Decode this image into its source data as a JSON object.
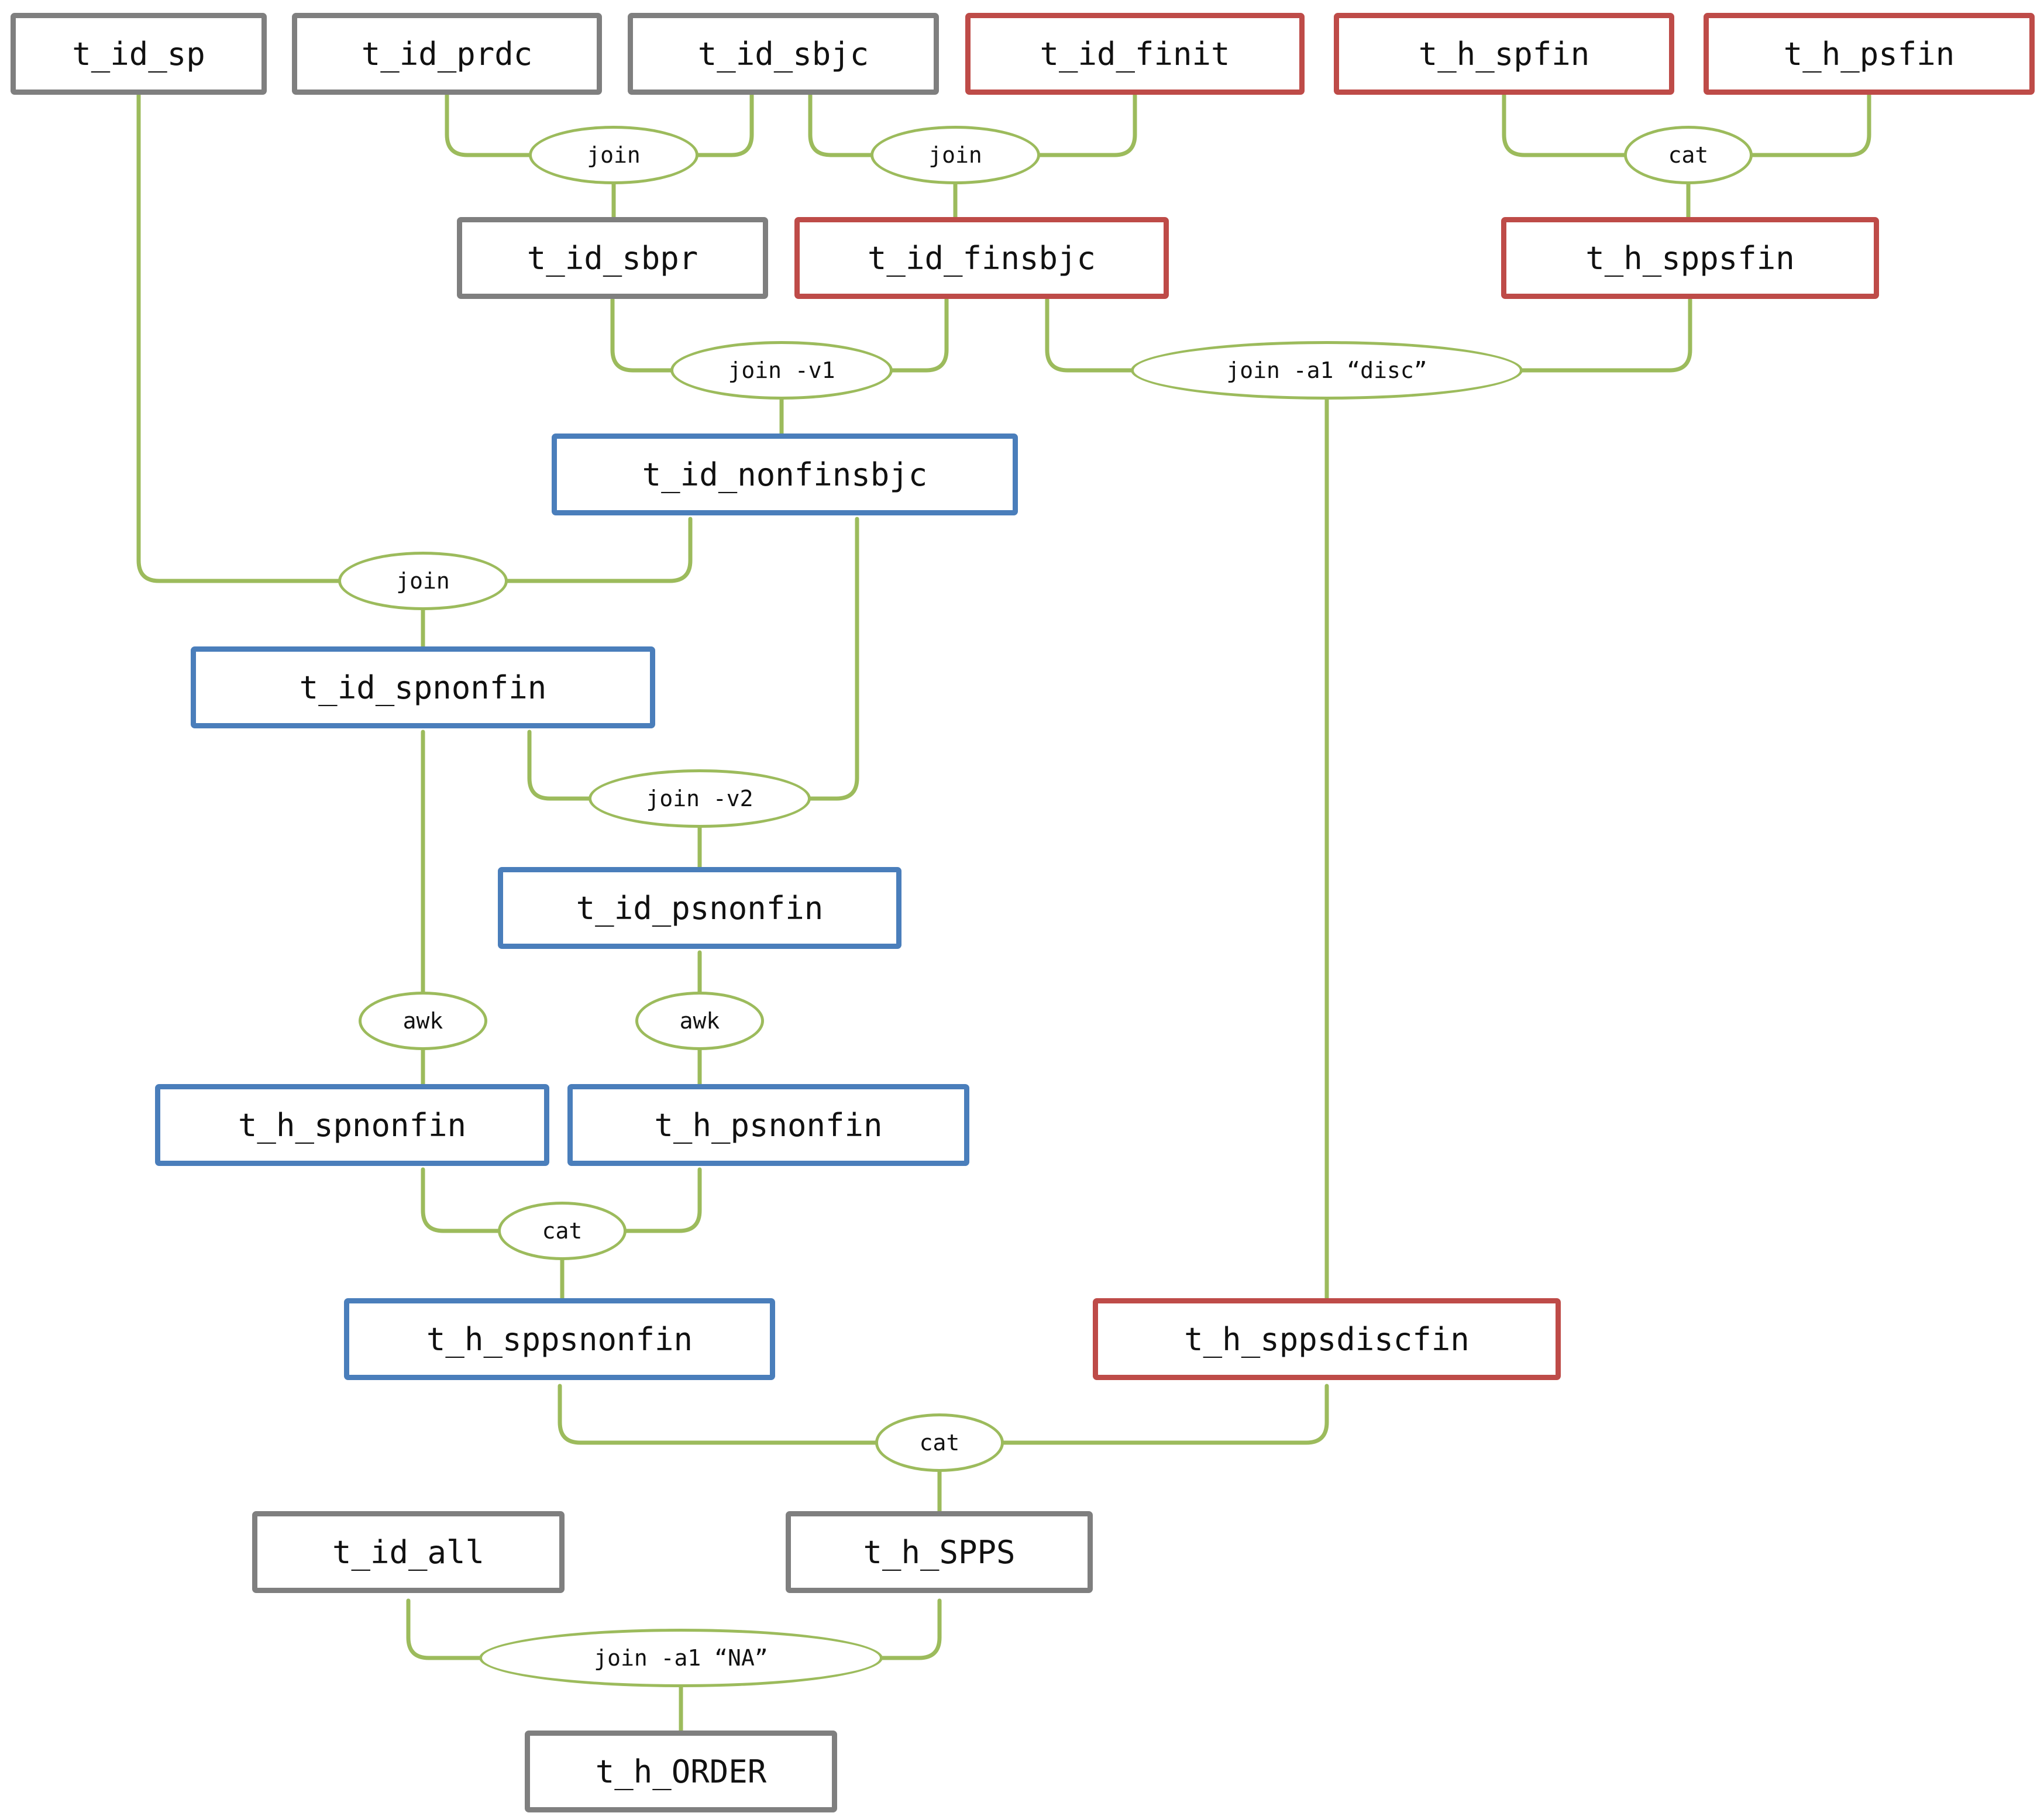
{
  "colors": {
    "edge_green": "#9CBB5C",
    "node_gray": "#7F7F7F",
    "node_red": "#BE4B48",
    "node_blue": "#4A7EBB"
  },
  "nodes": {
    "t_id_sp": {
      "label": "t_id_sp",
      "color": "gray"
    },
    "t_id_prdc": {
      "label": "t_id_prdc",
      "color": "gray"
    },
    "t_id_sbjc": {
      "label": "t_id_sbjc",
      "color": "gray"
    },
    "t_id_finit": {
      "label": "t_id_finit",
      "color": "red"
    },
    "t_h_spfin": {
      "label": "t_h_spfin",
      "color": "red"
    },
    "t_h_psfin": {
      "label": "t_h_psfin",
      "color": "red"
    },
    "t_id_sbpr": {
      "label": "t_id_sbpr",
      "color": "gray"
    },
    "t_id_finsbjc": {
      "label": "t_id_finsbjc",
      "color": "red"
    },
    "t_h_sppsfin": {
      "label": "t_h_sppsfin",
      "color": "red"
    },
    "t_id_nonfinsbjc": {
      "label": "t_id_nonfinsbjc",
      "color": "blue"
    },
    "t_id_spnonfin": {
      "label": "t_id_spnonfin",
      "color": "blue"
    },
    "t_id_psnonfin": {
      "label": "t_id_psnonfin",
      "color": "blue"
    },
    "t_h_spnonfin": {
      "label": "t_h_spnonfin",
      "color": "blue"
    },
    "t_h_psnonfin": {
      "label": "t_h_psnonfin",
      "color": "blue"
    },
    "t_h_sppsnonfin": {
      "label": "t_h_sppsnonfin",
      "color": "blue"
    },
    "t_h_sppsdiscfin": {
      "label": "t_h_sppsdiscfin",
      "color": "red"
    },
    "t_id_all": {
      "label": "t_id_all",
      "color": "gray"
    },
    "t_h_SPPS": {
      "label": "t_h_SPPS",
      "color": "gray"
    },
    "t_h_ORDER": {
      "label": "t_h_ORDER",
      "color": "gray"
    }
  },
  "operations": {
    "join_prdc_sbjc": "join",
    "join_sbjc_finit": "join",
    "cat_spfin_psfin": "cat",
    "join_v1": "join -v1",
    "join_a1_disc": "join -a1 “disc”",
    "join_sp_nonfin": "join",
    "join_v2": "join -v2",
    "awk_sp": "awk",
    "awk_ps": "awk",
    "cat_nonfin": "cat",
    "cat_spps": "cat",
    "join_a1_na": "join -a1 “NA”"
  }
}
